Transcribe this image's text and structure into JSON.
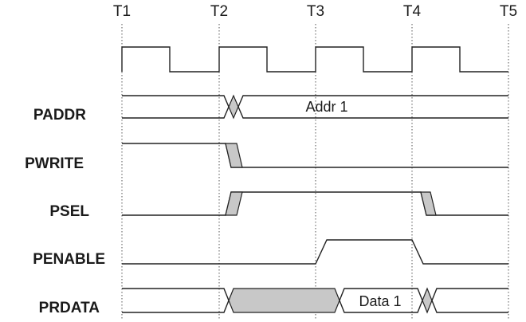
{
  "time_markers": [
    {
      "id": "t1",
      "label": "T1"
    },
    {
      "id": "t2",
      "label": "T2"
    },
    {
      "id": "t3",
      "label": "T3"
    },
    {
      "id": "t4",
      "label": "T4"
    },
    {
      "id": "t5",
      "label": "T5"
    }
  ],
  "signals": [
    {
      "id": "clock",
      "label": ""
    },
    {
      "id": "paddr",
      "label": "PADDR",
      "value_label": "Addr 1"
    },
    {
      "id": "pwrite",
      "label": "PWRITE"
    },
    {
      "id": "psel",
      "label": "PSEL"
    },
    {
      "id": "penable",
      "label": "PENABLE"
    },
    {
      "id": "prdata",
      "label": "PRDATA",
      "value_label": "Data 1"
    }
  ],
  "colors": {
    "line": "#222222",
    "shade": "#c8c8c8",
    "grid": "#555555"
  }
}
